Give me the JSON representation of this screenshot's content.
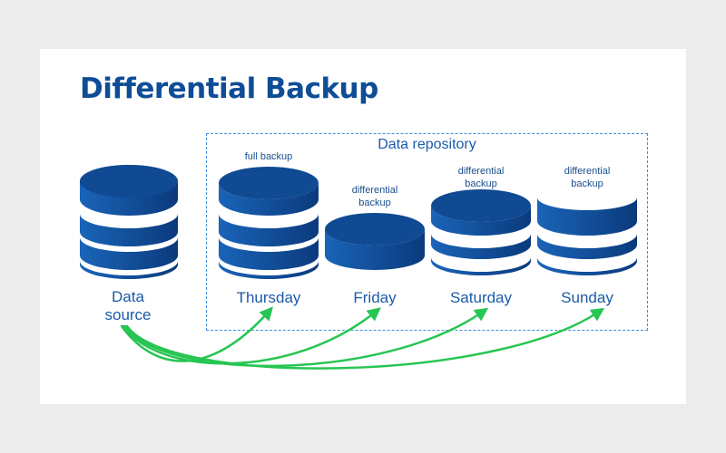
{
  "title": "Differential Backup",
  "repository": {
    "label": "Data repository"
  },
  "source": {
    "line1": "Data",
    "line2": "source"
  },
  "backups": [
    {
      "day": "Thursday",
      "type_line1": "full backup",
      "type_line2": ""
    },
    {
      "day": "Friday",
      "type_line1": "differential",
      "type_line2": "backup"
    },
    {
      "day": "Saturday",
      "type_line1": "differential",
      "type_line2": "backup"
    },
    {
      "day": "Sunday",
      "type_line1": "differential",
      "type_line2": "backup"
    }
  ],
  "colors": {
    "title": "#0f4d96",
    "database_dark": "#0d3f84",
    "database_light": "#1a64b8",
    "repository_border": "#3b8ee0",
    "arrow": "#27c552",
    "text": "#1a5aa8"
  }
}
